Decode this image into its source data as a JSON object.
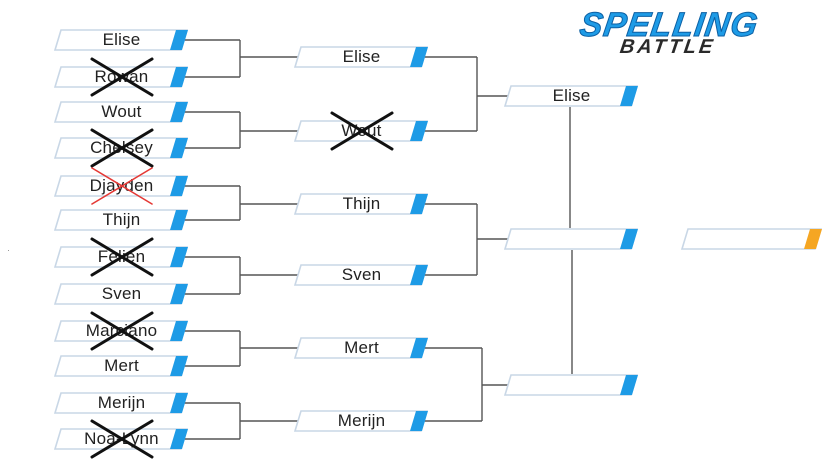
{
  "header": {
    "logo_line1": "SPELLING",
    "logo_line2": "BATTLE"
  },
  "colors": {
    "slot_border": "#c9d7e6",
    "slot_accent": "#1e9be6",
    "final_accent": "#f5a623",
    "connector": "#555555",
    "cross_black": "#111111",
    "cross_red": "#e53935"
  },
  "rounds": {
    "round1": [
      {
        "name": "Elise",
        "crossed": false
      },
      {
        "name": "Rowan",
        "crossed": true,
        "cross_style": "black"
      },
      {
        "name": "Wout",
        "crossed": false
      },
      {
        "name": "Chelsey",
        "crossed": true,
        "cross_style": "black"
      },
      {
        "name": "Djayden",
        "crossed": true,
        "cross_style": "red"
      },
      {
        "name": "Thijn",
        "crossed": false
      },
      {
        "name": "Felien",
        "crossed": true,
        "cross_style": "black"
      },
      {
        "name": "Sven",
        "crossed": false
      },
      {
        "name": "Marciano",
        "crossed": true,
        "cross_style": "black"
      },
      {
        "name": "Mert",
        "crossed": false
      },
      {
        "name": "Merijn",
        "crossed": false
      },
      {
        "name": "Noa-Lynn",
        "crossed": true,
        "cross_style": "black"
      }
    ],
    "round2": [
      {
        "name": "Elise",
        "crossed": false
      },
      {
        "name": "Wout",
        "crossed": true,
        "cross_style": "black"
      },
      {
        "name": "Thijn",
        "crossed": false
      },
      {
        "name": "Sven",
        "crossed": false
      },
      {
        "name": "Mert",
        "crossed": false
      },
      {
        "name": "Merijn",
        "crossed": false
      }
    ],
    "round3": [
      {
        "name": "Elise",
        "crossed": false
      },
      {
        "name": "",
        "crossed": false
      },
      {
        "name": "",
        "crossed": false
      }
    ],
    "final": {
      "name": ""
    }
  }
}
